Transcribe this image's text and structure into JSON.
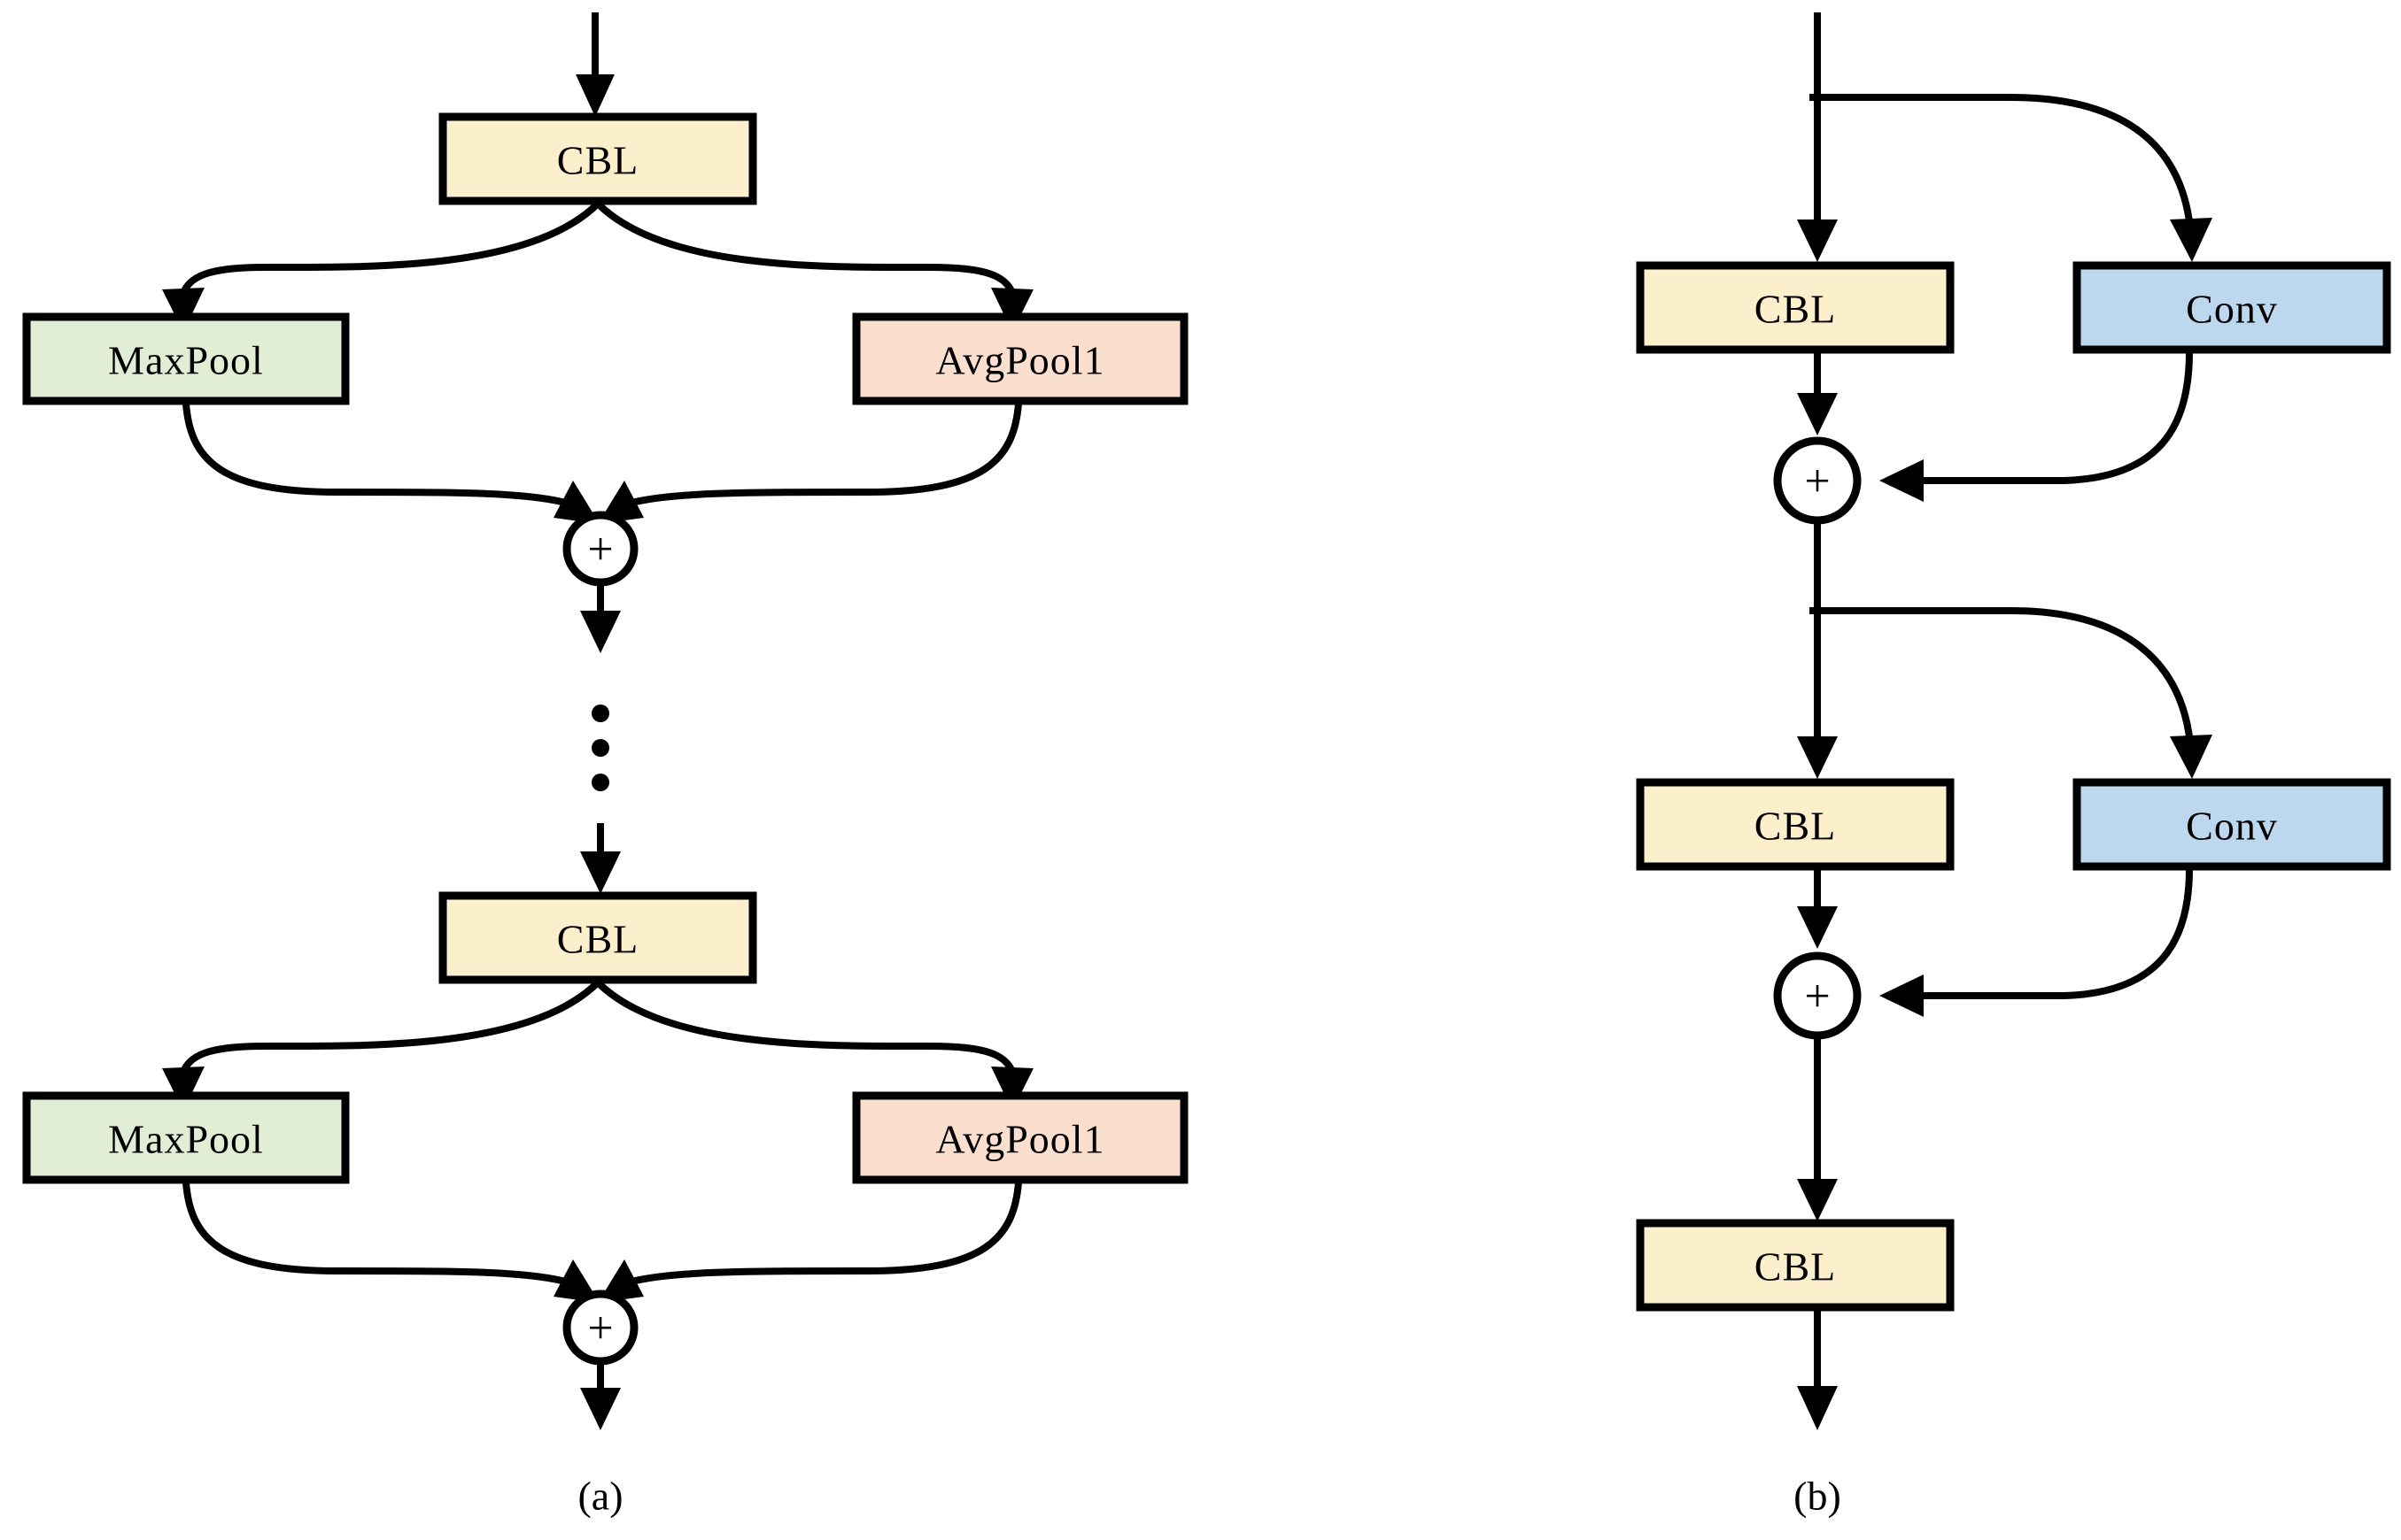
{
  "figure": {
    "background_color": "#ffffff",
    "line_color": "#000000",
    "panels": [
      {
        "id": "panel-a",
        "caption": "(a)",
        "description": "Parallel MaxPool / AvgPool1 branches after CBL, summed, repeated",
        "nodes": [
          {
            "id": "a-cbl-1",
            "label": "CBL",
            "kind": "block",
            "fill": "#FCEFCB"
          },
          {
            "id": "a-maxpool-1",
            "label": "MaxPool",
            "kind": "block",
            "fill": "#E2EDD6"
          },
          {
            "id": "a-avgpool-1",
            "label": "AvgPool1",
            "kind": "block",
            "fill": "#FADFCE"
          },
          {
            "id": "a-add-1",
            "label": "+",
            "kind": "op"
          },
          {
            "id": "a-ellipsis",
            "label": "⋮",
            "kind": "ellipsis"
          },
          {
            "id": "a-cbl-2",
            "label": "CBL",
            "kind": "block",
            "fill": "#FCEFCB"
          },
          {
            "id": "a-maxpool-2",
            "label": "MaxPool",
            "kind": "block",
            "fill": "#E2EDD6"
          },
          {
            "id": "a-avgpool-2",
            "label": "AvgPool1",
            "kind": "block",
            "fill": "#FADFCE"
          },
          {
            "id": "a-add-2",
            "label": "+",
            "kind": "op"
          }
        ]
      },
      {
        "id": "panel-b",
        "caption": "(b)",
        "description": "Two residual stages: CBL main path with Conv shortcut summed, then final CBL",
        "nodes": [
          {
            "id": "b-cbl-1",
            "label": "CBL",
            "kind": "block",
            "fill": "#FCEFCB"
          },
          {
            "id": "b-conv-1",
            "label": "Conv",
            "kind": "block",
            "fill": "#BCD7EE"
          },
          {
            "id": "b-add-1",
            "label": "+",
            "kind": "op"
          },
          {
            "id": "b-cbl-2",
            "label": "CBL",
            "kind": "block",
            "fill": "#FCEFCB"
          },
          {
            "id": "b-conv-2",
            "label": "Conv",
            "kind": "block",
            "fill": "#BCD7EE"
          },
          {
            "id": "b-add-2",
            "label": "+",
            "kind": "op"
          },
          {
            "id": "b-cbl-3",
            "label": "CBL",
            "kind": "block",
            "fill": "#FCEFCB"
          }
        ]
      }
    ],
    "colors": {
      "cbl": "#FCEFCB",
      "maxpool": "#E2EDD6",
      "avgpool": "#FADFCE",
      "conv": "#BCD7EE",
      "outline": "#000000",
      "text": "#000000"
    }
  }
}
